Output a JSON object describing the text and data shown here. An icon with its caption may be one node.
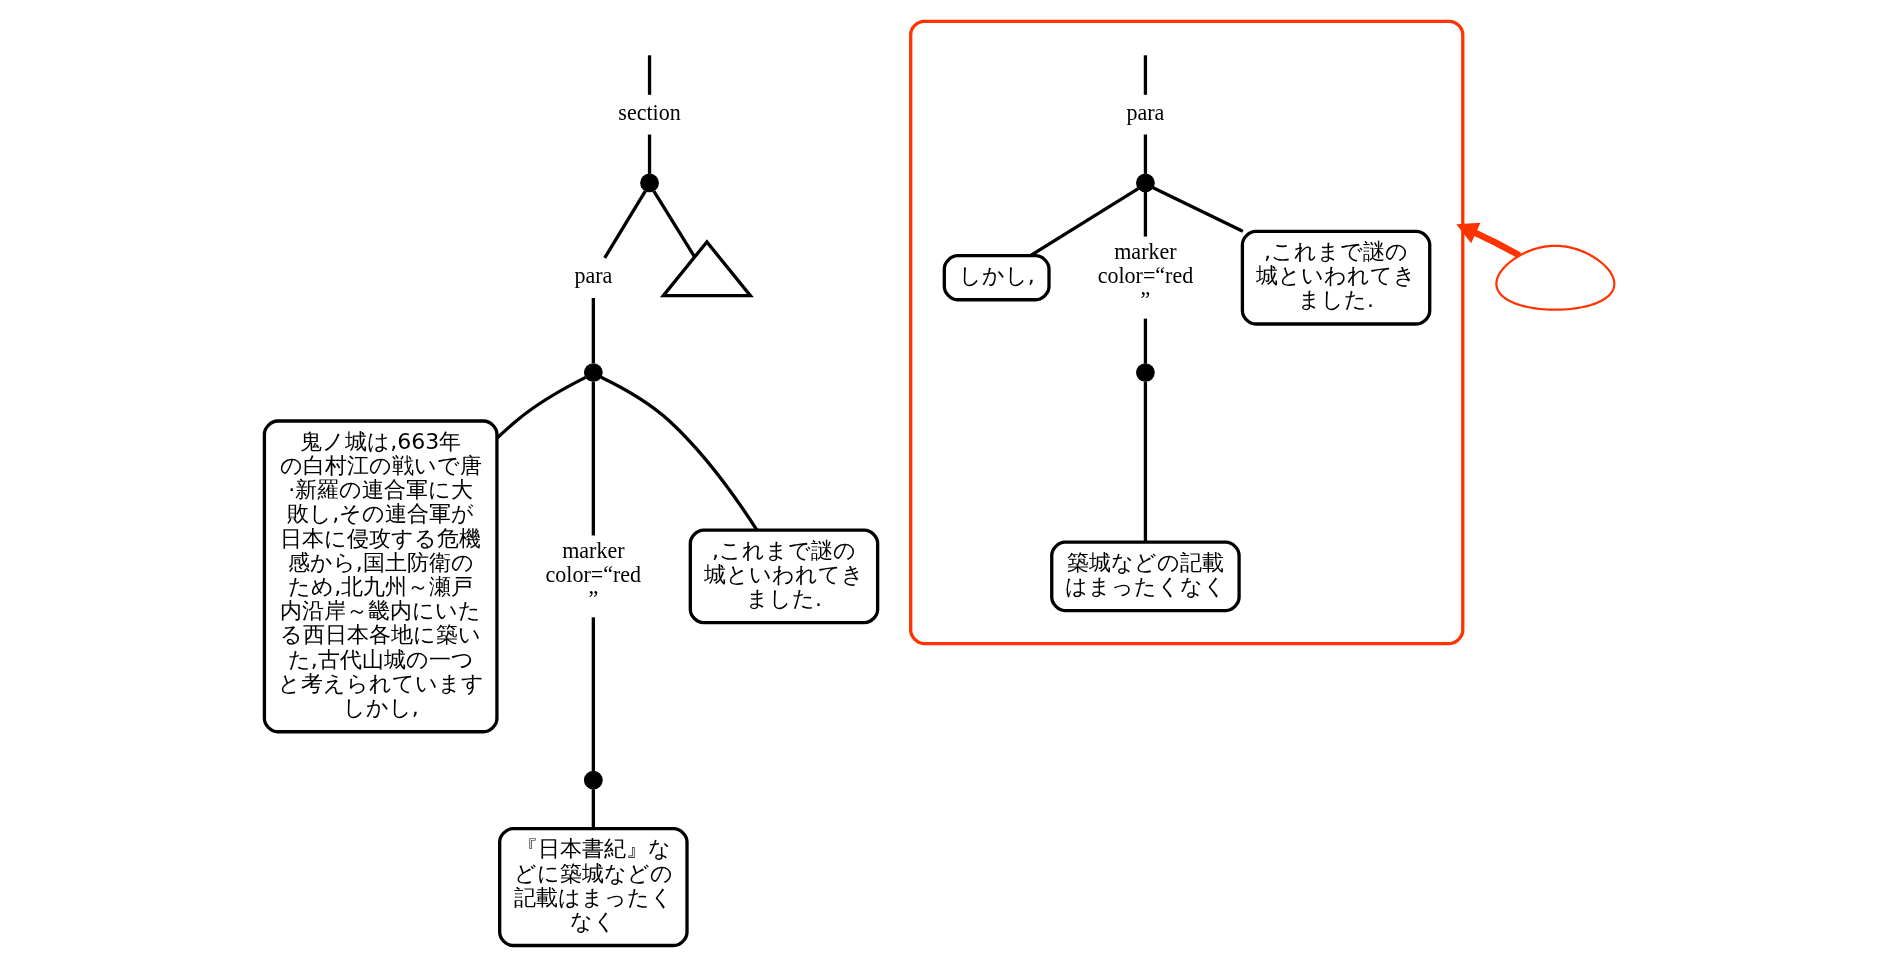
{
  "diagram": {
    "nodes": [
      {
        "text": [],
        "shape": "ellipse"
      },
      {
        "text": [
          "para"
        ],
        "in": 0
      },
      {
        "text": [],
        "shape": "circle",
        "in": 0
      },
      {
        "text": [
          "しかし,"
        ],
        "in": 0
      },
      {
        "text": [
          "marker color=“red ”"
        ],
        "in": 0
      },
      {
        "text": [],
        "shape": "circle",
        "in": 0
      },
      {
        "text": [
          "築城などの記載はまったくなく"
        ],
        "in": 0
      },
      {
        "text": [
          ",これまで謎の城といわれてきました."
        ],
        "in": 0
      },
      {
        "text": [
          "section"
        ]
      },
      {
        "text": [],
        "shape": "circle"
      },
      {
        "text": [
          "para"
        ]
      },
      {
        "text": [],
        "shape": "circle"
      },
      {
        "text": [
          "鬼ノ城は,663年の白村江の戦いで唐·新羅の連合軍に大敗し,その連合軍が日本に侵攻する危機感から,国土防衛のため,北九州～瀬戸内沿岸～畿内にいたる西日本各地に築いた,古代山城の一つと考えられていますしかし,"
        ]
      },
      {
        "text": [
          "marker color=“red ”"
        ]
      },
      {
        "text": [],
        "shape": "circle"
      },
      {
        "text": [
          "『日本書紀』などに築城などの記載はまったくなく"
        ]
      },
      {
        "text": [
          ",これまで謎の城といわれてきました."
        ]
      },
      {
        "text": [],
        "shape": "triangle"
      },
      {
        "text": [],
        "shape": "loop"
      }
    ],
    "edges": [
      {
        "from": null,
        "to": 1,
        "arrow": "none"
      },
      {
        "from": 1,
        "to": 2,
        "arrow": "none"
      },
      {
        "from": 2,
        "to": 3,
        "arrow": "none"
      },
      {
        "from": 2,
        "to": 4,
        "arrow": "none"
      },
      {
        "from": 4,
        "to": 5,
        "arrow": "none"
      },
      {
        "from": 5,
        "to": 6,
        "arrow": "none"
      },
      {
        "from": 2,
        "to": 7,
        "arrow": "none"
      },
      {
        "from": null,
        "to": 8,
        "arrow": "none"
      },
      {
        "from": 8,
        "to": 9,
        "arrow": "none"
      },
      {
        "from": 9,
        "to": 10,
        "arrow": "none"
      },
      {
        "from": 9,
        "to": 17,
        "arrow": "none"
      },
      {
        "from": 10,
        "to": 11,
        "arrow": "none"
      },
      {
        "from": 11,
        "to": 12,
        "arrow": "none"
      },
      {
        "from": 11,
        "to": 13,
        "arrow": "none"
      },
      {
        "from": 13,
        "to": 14,
        "arrow": "none"
      },
      {
        "from": 14,
        "to": 15,
        "arrow": "none"
      },
      {
        "from": 11,
        "to": 16,
        "arrow": "none"
      },
      {
        "from": 18,
        "to": 0,
        "arrow": "to",
        "style": "thick",
        "color": "#ff3300"
      }
    ]
  }
}
